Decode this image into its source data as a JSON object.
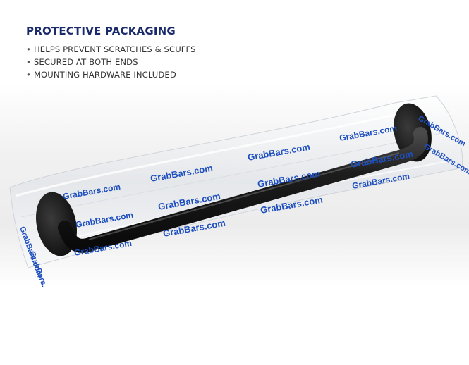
{
  "header": {
    "title": "PROTECTIVE PACKAGING",
    "bullet_mark": "•",
    "features": [
      "HELPS PREVENT SCRATCHES & SCUFFS",
      "SECURED AT BOTH ENDS",
      "MOUNTING HARDWARE INCLUDED"
    ]
  },
  "product_image": {
    "wrapper_print": "GrabBars.com",
    "bar_finish": "matte-black",
    "accent_color": "#1b2a6b",
    "print_color": "#1e4fbf"
  }
}
